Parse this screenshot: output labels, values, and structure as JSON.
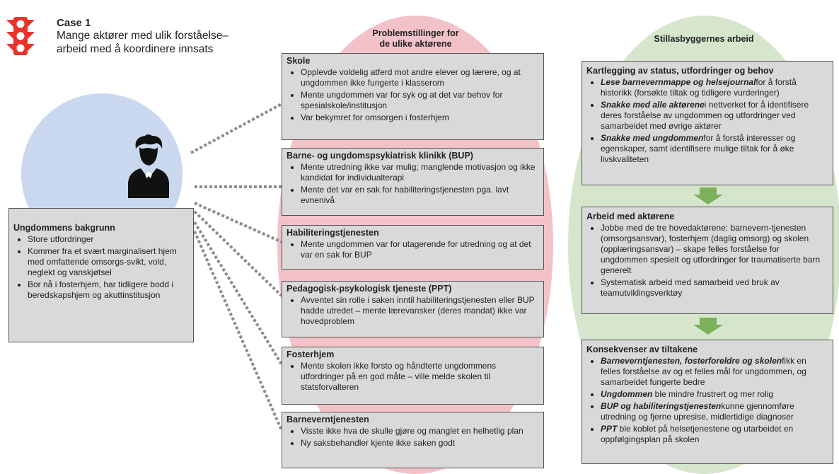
{
  "header": {
    "case_title": "Case 1",
    "case_subtitle_line1": "Mange aktører med ulik forståelse–",
    "case_subtitle_line2": "arbeid med å koordinere innsats"
  },
  "colors": {
    "traffic_light": "#e8322a",
    "person_circle": "#c9d8ef",
    "pink_ellipse": "#f3c2c9",
    "green_ellipse": "#d6e6cc",
    "arrow": "#7bb15a",
    "box_fill": "#d9d9d9",
    "connector": "#8c8c8c"
  },
  "icons": {
    "traffic": "traffic-light-icon",
    "person": "person-icon"
  },
  "middle": {
    "title_line1": "Problemstillinger for",
    "title_line2": "de ulike aktørene",
    "boxes": [
      {
        "title": "Skole",
        "items": [
          "Opplevde voldelig atferd mot andre elever og lærere, og at ungdommen ikke fungerte i klasserom",
          "Mente ungdommen var for syk og at det var behov for spesialskole/institusjon",
          "Var bekymret for omsorgen i fosterhjem"
        ]
      },
      {
        "title": "Barne- og ungdomspsykiatrisk klinikk (BUP)",
        "items": [
          "Mente utredning ikke var mulig; manglende motivasjon og ikke kandidat for individualterapi",
          "Mente det var en sak for habiliteringstjenesten pga. lavt evnenivå"
        ]
      },
      {
        "title": "Habiliteringstjenesten",
        "items": [
          "Mente ungdommen var for utagerende for utredning og at det var en sak for BUP"
        ]
      },
      {
        "title": "Pedagogisk-psykologisk tjeneste (PPT)",
        "items": [
          "Avventet sin rolle i saken inntil habiliteringstjenesten eller BUP hadde utredet – mente lærevansker (deres mandat) ikke var hovedproblem"
        ]
      },
      {
        "title": "Fosterhjem",
        "items": [
          "Mente skolen ikke forsto og håndterte ungdommens utfordringer på en god måte – ville melde skolen til statsforvalteren"
        ]
      },
      {
        "title": "Barneverntjenesten",
        "items": [
          "Visste ikke hva de skulle gjøre og manglet en helhetlig plan",
          "Ny saksbehandler kjente ikke saken godt"
        ]
      }
    ]
  },
  "left": {
    "title": "Ungdommens bakgrunn",
    "items": [
      "Store utfordringer",
      "Kommer fra et svært marginalisert hjem med omfattende omsorgs-svikt, vold, neglekt og vanskjøtsel",
      "Bor nå i fosterhjem, har tidligere bodd i beredskapshjem og akuttinstitusjon"
    ]
  },
  "right": {
    "title": "Stillasbyggernes arbeid",
    "sections": [
      {
        "title": "Kartlegging av status, utfordringer og behov",
        "items": [
          {
            "em": "Lese barnevernmappe og helsejournal",
            "text": "for å forstå historikk (forsøkte tiltak og tidligere vurderinger)"
          },
          {
            "em": "Snakke med alle aktørene",
            "text": "i nettverket for å identifisere deres forståelse av ungdommen og utfordringer ved samarbeidet med øvrige aktører"
          },
          {
            "em": "Snakke med ungdommen",
            "text": "for å forstå interesser og egenskaper, samt identifisere mulige tiltak for å øke livskvaliteten"
          }
        ]
      },
      {
        "title": "Arbeid med aktørene",
        "items": [
          {
            "em": "",
            "text": "Jobbe med de tre hovedaktørene: barnevern-tjenesten (omsorgsansvar), fosterhjem (daglig omsorg) og skolen (opplæringsansvar) – skape felles forståelse for ungdommen spesielt og utfordringer for traumatiserte barn generelt"
          },
          {
            "em": "",
            "text": "Systematisk arbeid med samarbeid ved bruk av teamutviklingsverktøy"
          }
        ]
      },
      {
        "title": "Konsekvenser av tiltakene",
        "items": [
          {
            "em": "Barneverntjenesten, fosterforeldre og skolen",
            "text": "fikk en felles forståelse av og et felles mål for ungdommen, og samarbeidet fungerte bedre"
          },
          {
            "em": "Ungdommen",
            "text": " ble mindre frustrert og mer rolig"
          },
          {
            "em": "BUP og habiliteringstjenesten",
            "text": "kunne gjennomføre utredning og fjerne upresise, midlertidige diagnoser"
          },
          {
            "em": "PPT",
            "text": " ble koblet på helsetjenestene og utarbeidet en oppfølgingsplan på skolen"
          }
        ]
      }
    ]
  }
}
